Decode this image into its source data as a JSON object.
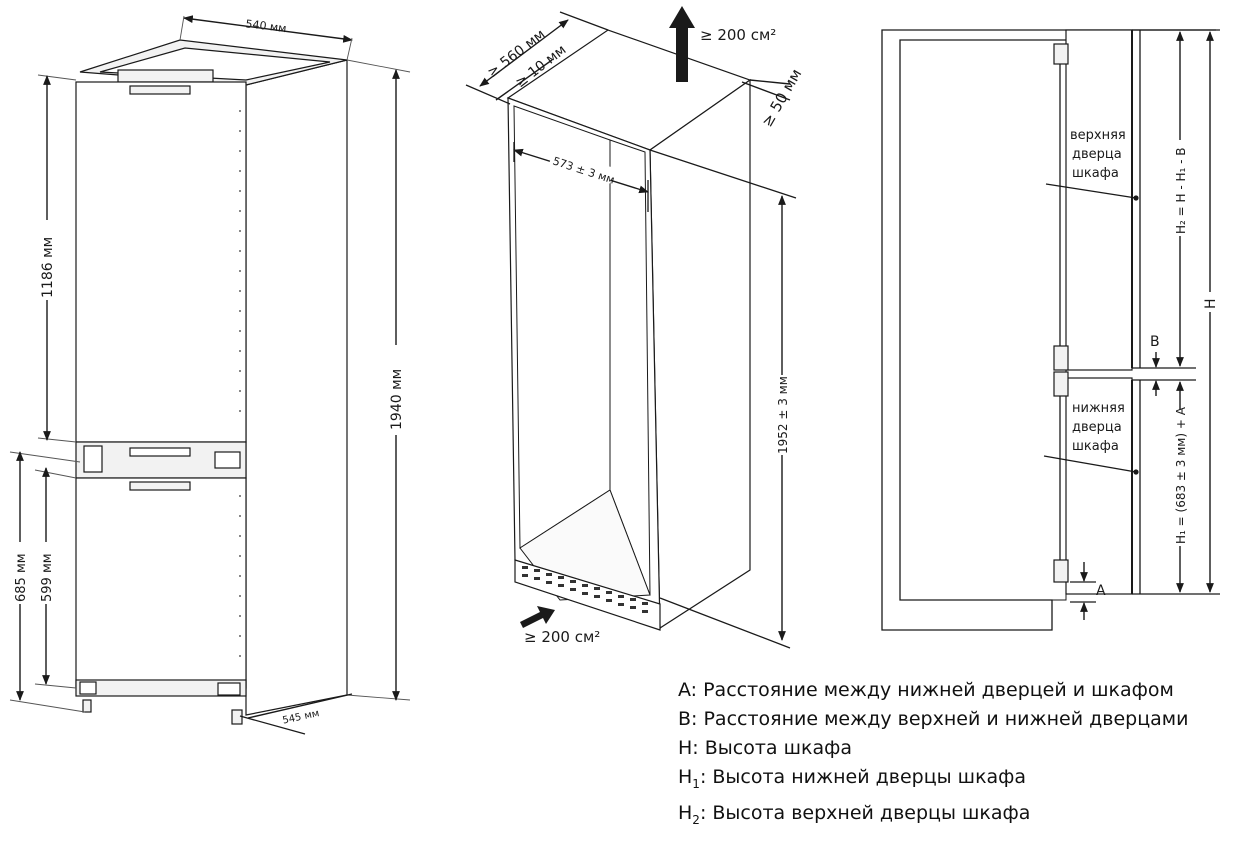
{
  "fridge": {
    "width_top": "540 мм",
    "height_total": "1940 мм",
    "upper_door": "1186 мм",
    "lower_section": "685 мм",
    "lower_door": "599 мм",
    "depth_bottom": "545 мм"
  },
  "cabinet": {
    "depth": "≥ 560 мм",
    "gap_top": "≥ 10 мм",
    "vent_top": "≥ 200 см²",
    "rear_gap": "≥ 50 мм",
    "inner_width": "573 ± 3 мм",
    "inner_height": "1952 ± 3 мм",
    "vent_bottom": "≥ 200 см²"
  },
  "side_view": {
    "upper_door_label_1": "верхняя",
    "upper_door_label_2": "дверца",
    "upper_door_label_3": "шкафа",
    "lower_door_label_1": "нижняя",
    "lower_door_label_2": "дверца",
    "lower_door_label_3": "шкафа",
    "h2_formula": "H₂ = H - H₁ - B",
    "h1_formula": "H₁ = (683 ± 3 мм) + A",
    "h_label": "H",
    "b_label": "B",
    "a_label": "A"
  },
  "legend": {
    "a": "A: Расстояние между нижней дверцей и шкафом",
    "b": "B: Расстояние между верхней и нижней дверцами",
    "h": "H: Высота шкафа",
    "h1_sym": "H",
    "h1_sub": "1",
    "h1_text": ": Высота нижней дверцы шкафа",
    "h2_sym": "H",
    "h2_sub": "2",
    "h2_text": ": Высота верхней дверцы шкафа"
  }
}
